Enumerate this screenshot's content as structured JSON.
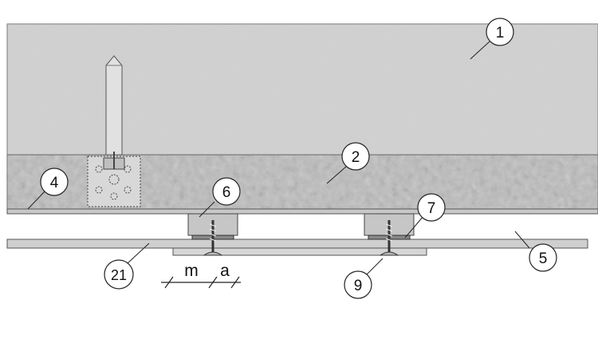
{
  "diagram": {
    "callouts": [
      {
        "id": "c1",
        "label": "1"
      },
      {
        "id": "c2",
        "label": "2"
      },
      {
        "id": "c4",
        "label": "4"
      },
      {
        "id": "c5",
        "label": "5"
      },
      {
        "id": "c6",
        "label": "6"
      },
      {
        "id": "c7",
        "label": "7"
      },
      {
        "id": "c9",
        "label": "9"
      },
      {
        "id": "c21",
        "label": "21"
      }
    ],
    "dimension_labels": {
      "m": "m",
      "a": "a"
    },
    "colors": {
      "slab": "#d3d3d3",
      "insulation": "#b8b8b8",
      "board": "#c9c9c9",
      "line": "#333333"
    }
  }
}
